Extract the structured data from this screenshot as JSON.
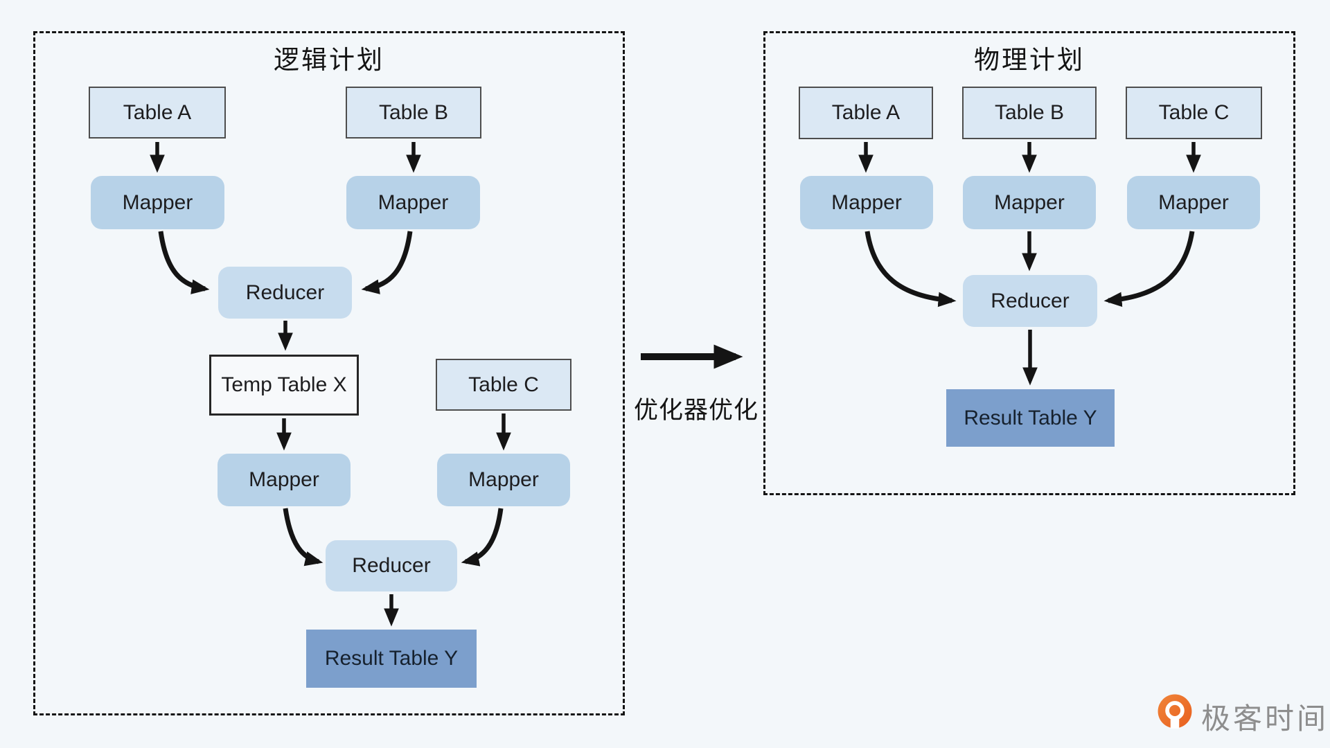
{
  "left_panel": {
    "title": "逻辑计划",
    "table_a": "Table A",
    "table_b": "Table B",
    "mapper_a": "Mapper",
    "mapper_b": "Mapper",
    "reducer_join_ab": "Reducer",
    "temp_table_x": "Temp Table X",
    "table_c": "Table C",
    "mapper_temp_x": "Mapper",
    "mapper_c": "Mapper",
    "reducer_join_xc": "Reducer",
    "result_table_y": "Result Table Y"
  },
  "optimizer": {
    "arrow_label": "优化器优化"
  },
  "right_panel": {
    "title": "物理计划",
    "table_a": "Table A",
    "table_b": "Table B",
    "table_c": "Table C",
    "mapper_a": "Mapper",
    "mapper_b": "Mapper",
    "mapper_c": "Mapper",
    "reducer": "Reducer",
    "result_table_y": "Result Table Y"
  },
  "branding": {
    "logo_text": "极客时间"
  },
  "colors": {
    "background": "#f3f7fa",
    "table_fill": "#dbe8f4",
    "table_border": "#4d4d4d",
    "mapper_fill": "#b7d2e8",
    "reducer_fill": "#c7dcee",
    "temp_table_fill": "#f7f9fb",
    "result_fill": "#7c9fcc",
    "dashed_border": "#141414",
    "arrow": "#141414",
    "logo_orange": "#ee7227",
    "logo_text_gray": "#8d8d8d"
  }
}
